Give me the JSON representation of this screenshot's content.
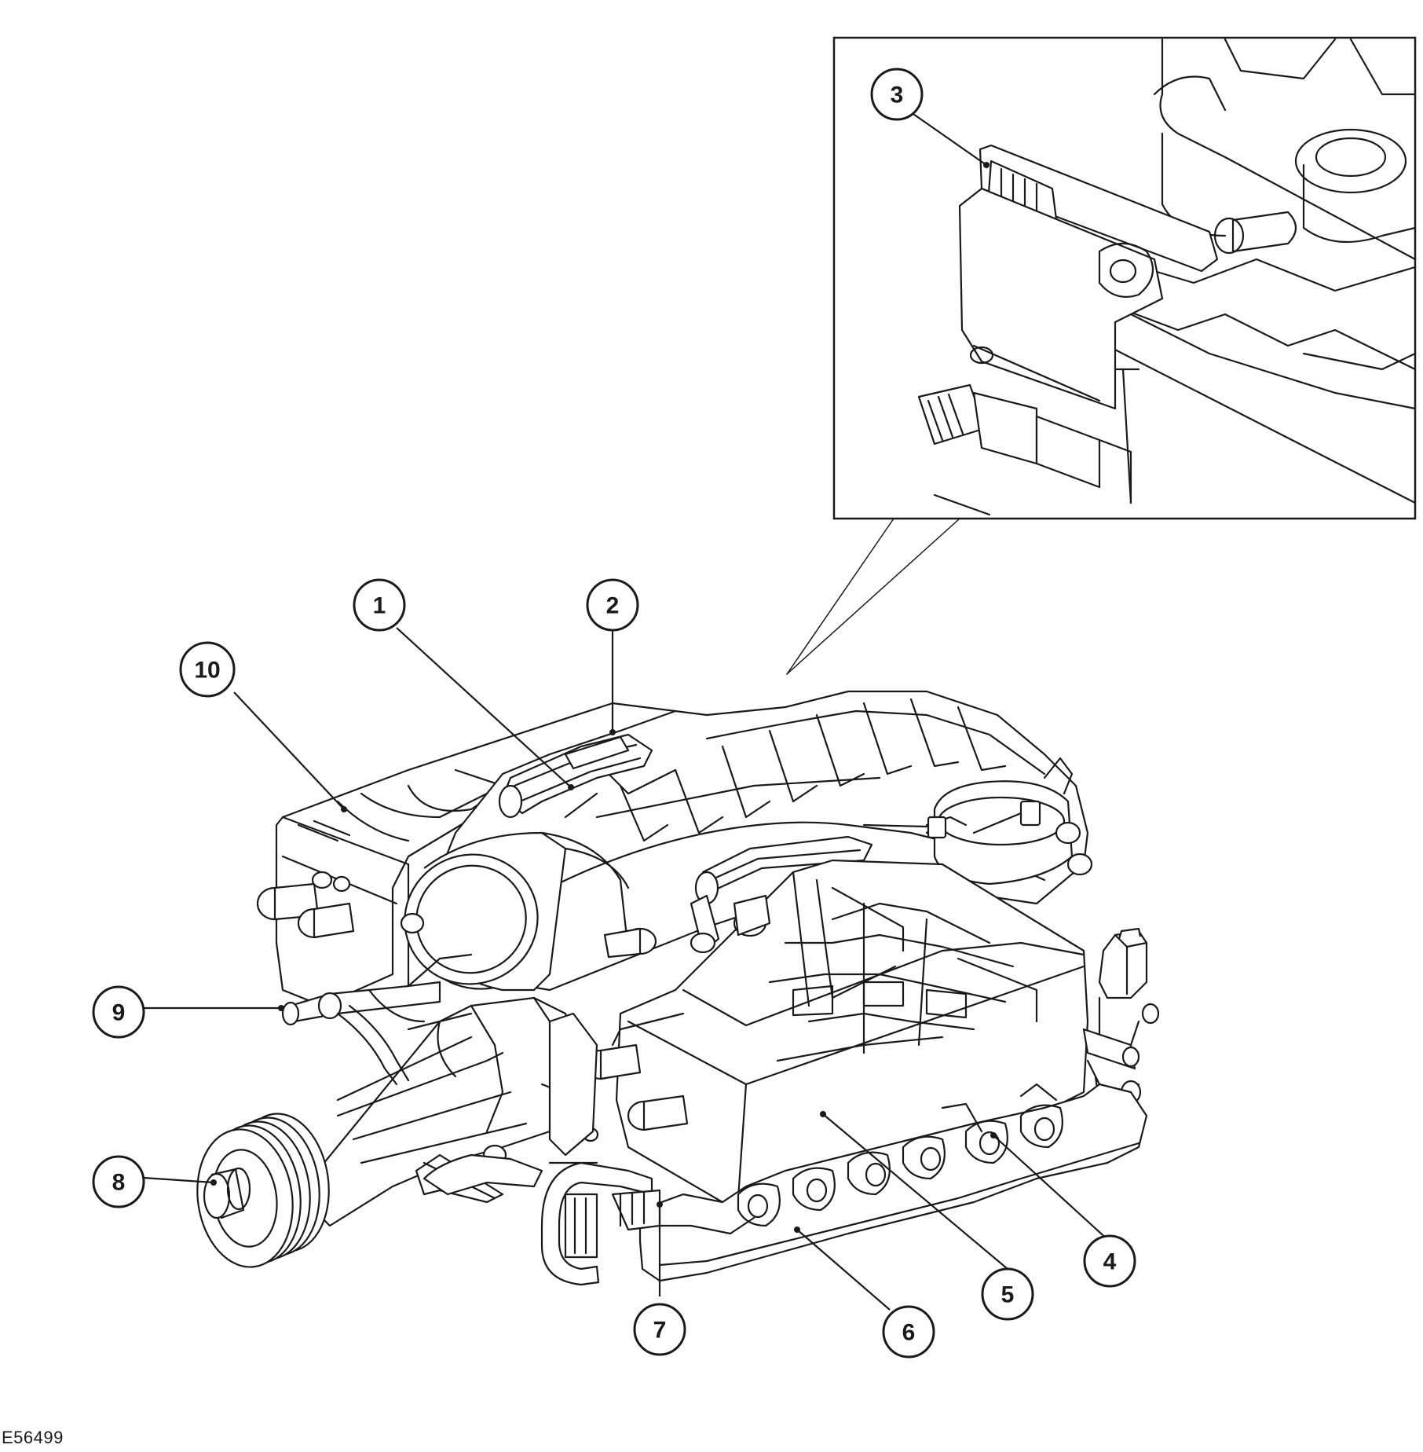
{
  "figure_code": "E56499",
  "callouts": [
    {
      "id": "1",
      "label": "1"
    },
    {
      "id": "2",
      "label": "2"
    },
    {
      "id": "3",
      "label": "3"
    },
    {
      "id": "4",
      "label": "4"
    },
    {
      "id": "5",
      "label": "5"
    },
    {
      "id": "6",
      "label": "6"
    },
    {
      "id": "7",
      "label": "7"
    },
    {
      "id": "8",
      "label": "8"
    },
    {
      "id": "9",
      "label": "9"
    },
    {
      "id": "10",
      "label": "10"
    }
  ]
}
